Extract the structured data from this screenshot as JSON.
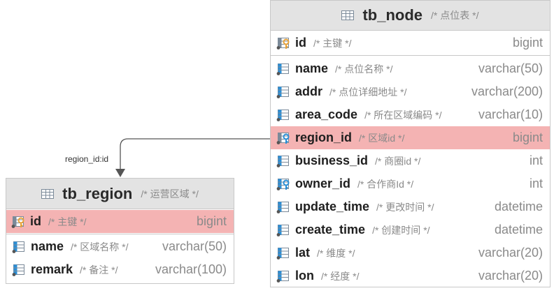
{
  "node_table": {
    "name": "tb_node",
    "comment": "/* 点位表 */",
    "pk": {
      "name": "id",
      "comment": "/* 主键 */",
      "type": "bigint",
      "icon": "primary-key-column-icon"
    },
    "columns": [
      {
        "name": "name",
        "comment": "/* 点位名称 */",
        "type": "varchar(50)",
        "icon": "column-icon"
      },
      {
        "name": "addr",
        "comment": "/* 点位详细地址 */",
        "type": "varchar(200)",
        "icon": "column-icon"
      },
      {
        "name": "area_code",
        "comment": "/* 所在区域编码 */",
        "type": "varchar(10)",
        "icon": "column-icon"
      },
      {
        "name": "region_id",
        "comment": "/* 区域id */",
        "type": "bigint",
        "icon": "foreign-key-column-icon",
        "highlighted": true
      },
      {
        "name": "business_id",
        "comment": "/* 商圈id */",
        "type": "int",
        "icon": "column-icon"
      },
      {
        "name": "owner_id",
        "comment": "/* 合作商Id */",
        "type": "int",
        "icon": "key-column-icon"
      },
      {
        "name": "update_time",
        "comment": "/* 更改时间 */",
        "type": "datetime",
        "icon": "column-icon"
      },
      {
        "name": "create_time",
        "comment": "/* 创建时间 */",
        "type": "datetime",
        "icon": "column-icon"
      },
      {
        "name": "lat",
        "comment": "/* 维度 */",
        "type": "varchar(20)",
        "icon": "column-icon"
      },
      {
        "name": "lon",
        "comment": "/* 经度 */",
        "type": "varchar(20)",
        "icon": "column-icon"
      }
    ]
  },
  "region_table": {
    "name": "tb_region",
    "comment": "/* 运营区域 */",
    "pk": {
      "name": "id",
      "comment": "/* 主键 */",
      "type": "bigint",
      "icon": "primary-key-column-icon",
      "highlighted": true
    },
    "columns": [
      {
        "name": "name",
        "comment": "/* 区域名称 */",
        "type": "varchar(50)",
        "icon": "column-icon"
      },
      {
        "name": "remark",
        "comment": "/* 备注 */",
        "type": "varchar(100)",
        "icon": "column-icon"
      }
    ]
  },
  "relationship": {
    "label": "region_id:id"
  },
  "colors": {
    "highlight": "#f4b3b3",
    "header": "#e3e3e3",
    "border": "#c8c8c8",
    "icon_blue": "#2b8fd6",
    "icon_key": "#e8a33a"
  }
}
